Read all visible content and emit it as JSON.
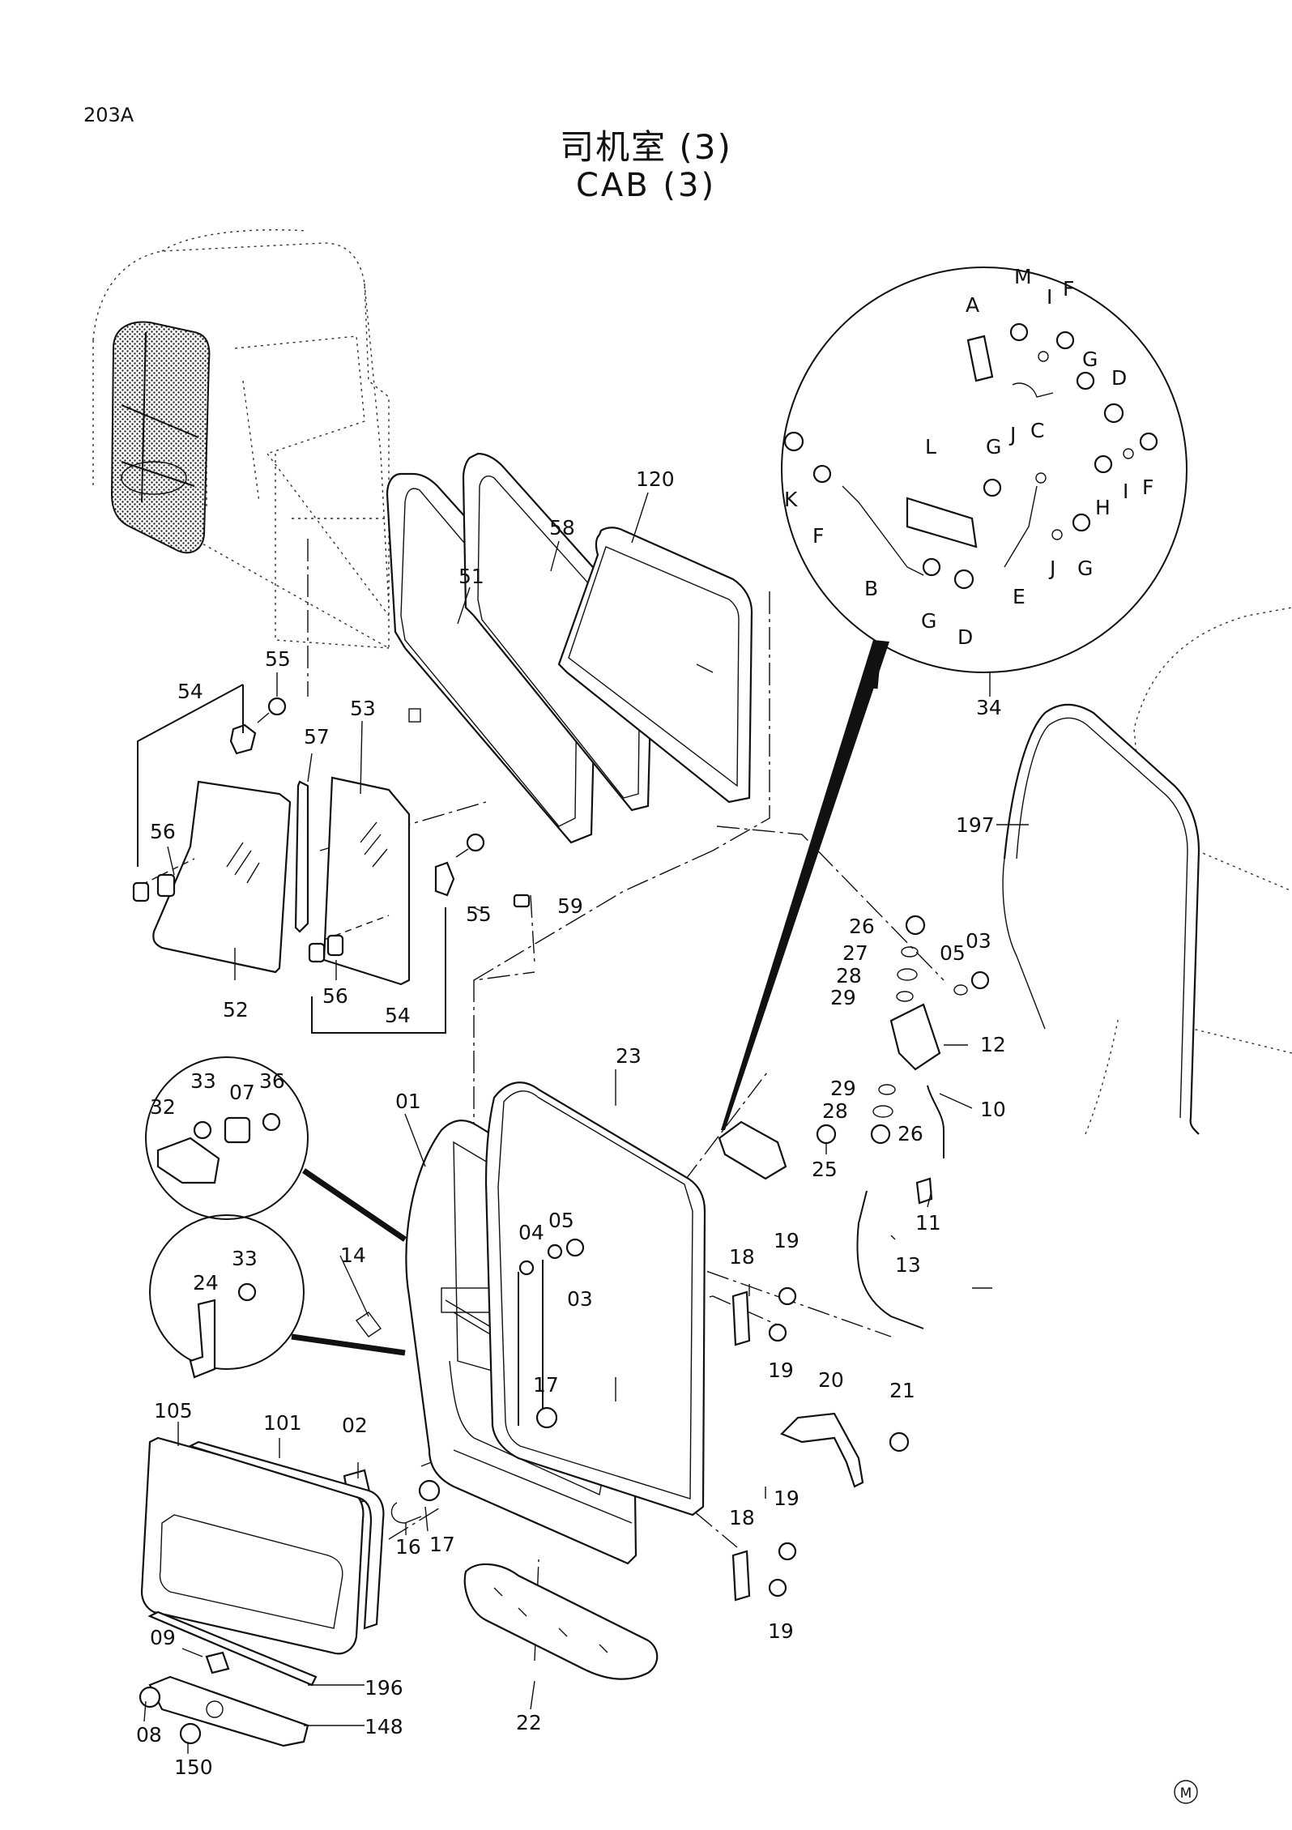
{
  "page_code": "203A",
  "title_cn": "司机室 (3)",
  "title_en": "CAB (3)",
  "mark": "M",
  "callouts": [
    {
      "id": "120",
      "text": "120"
    },
    {
      "id": "58",
      "text": "58"
    },
    {
      "id": "51",
      "text": "51"
    },
    {
      "id": "53",
      "text": "53"
    },
    {
      "id": "55a",
      "text": "55"
    },
    {
      "id": "54a",
      "text": "54"
    },
    {
      "id": "57",
      "text": "57"
    },
    {
      "id": "56a",
      "text": "56"
    },
    {
      "id": "55b",
      "text": "55"
    },
    {
      "id": "59",
      "text": "59"
    },
    {
      "id": "52",
      "text": "52"
    },
    {
      "id": "56b",
      "text": "56"
    },
    {
      "id": "54b",
      "text": "54"
    },
    {
      "id": "33a",
      "text": "33"
    },
    {
      "id": "07",
      "text": "07"
    },
    {
      "id": "36",
      "text": "36"
    },
    {
      "id": "32",
      "text": "32"
    },
    {
      "id": "01",
      "text": "01"
    },
    {
      "id": "23",
      "text": "23"
    },
    {
      "id": "04",
      "text": "04"
    },
    {
      "id": "05a",
      "text": "05"
    },
    {
      "id": "03a",
      "text": "03"
    },
    {
      "id": "14",
      "text": "14"
    },
    {
      "id": "24",
      "text": "24"
    },
    {
      "id": "33b",
      "text": "33"
    },
    {
      "id": "18a",
      "text": "18"
    },
    {
      "id": "19a",
      "text": "19"
    },
    {
      "id": "19b",
      "text": "19"
    },
    {
      "id": "17a",
      "text": "17"
    },
    {
      "id": "20",
      "text": "20"
    },
    {
      "id": "21",
      "text": "21"
    },
    {
      "id": "105",
      "text": "105"
    },
    {
      "id": "101",
      "text": "101"
    },
    {
      "id": "02",
      "text": "02"
    },
    {
      "id": "16",
      "text": "16"
    },
    {
      "id": "17b",
      "text": "17"
    },
    {
      "id": "18b",
      "text": "18"
    },
    {
      "id": "19c",
      "text": "19"
    },
    {
      "id": "19d",
      "text": "19"
    },
    {
      "id": "09",
      "text": "09"
    },
    {
      "id": "196",
      "text": "196"
    },
    {
      "id": "08",
      "text": "08"
    },
    {
      "id": "148",
      "text": "148"
    },
    {
      "id": "150",
      "text": "150"
    },
    {
      "id": "22",
      "text": "22"
    },
    {
      "id": "26a",
      "text": "26"
    },
    {
      "id": "27",
      "text": "27"
    },
    {
      "id": "28a",
      "text": "28"
    },
    {
      "id": "29a",
      "text": "29"
    },
    {
      "id": "05b",
      "text": "05"
    },
    {
      "id": "03b",
      "text": "03"
    },
    {
      "id": "12",
      "text": "12"
    },
    {
      "id": "29b",
      "text": "29"
    },
    {
      "id": "28b",
      "text": "28"
    },
    {
      "id": "26b",
      "text": "26"
    },
    {
      "id": "10",
      "text": "10"
    },
    {
      "id": "25",
      "text": "25"
    },
    {
      "id": "11",
      "text": "11"
    },
    {
      "id": "13",
      "text": "13"
    },
    {
      "id": "197",
      "text": "197"
    },
    {
      "id": "34",
      "text": "34"
    }
  ],
  "detail_letters": [
    {
      "id": "M",
      "text": "M"
    },
    {
      "id": "I1",
      "text": "I"
    },
    {
      "id": "F1",
      "text": "F"
    },
    {
      "id": "A",
      "text": "A"
    },
    {
      "id": "G1",
      "text": "G"
    },
    {
      "id": "D1",
      "text": "D"
    },
    {
      "id": "C",
      "text": "C"
    },
    {
      "id": "L",
      "text": "L"
    },
    {
      "id": "G2",
      "text": "G"
    },
    {
      "id": "J1",
      "text": "J"
    },
    {
      "id": "H",
      "text": "H"
    },
    {
      "id": "I2",
      "text": "I"
    },
    {
      "id": "F2",
      "text": "F"
    },
    {
      "id": "K",
      "text": "K"
    },
    {
      "id": "F3",
      "text": "F"
    },
    {
      "id": "B",
      "text": "B"
    },
    {
      "id": "J2",
      "text": "J"
    },
    {
      "id": "G3",
      "text": "G"
    },
    {
      "id": "E",
      "text": "E"
    },
    {
      "id": "G4",
      "text": "G"
    },
    {
      "id": "D2",
      "text": "D"
    }
  ]
}
